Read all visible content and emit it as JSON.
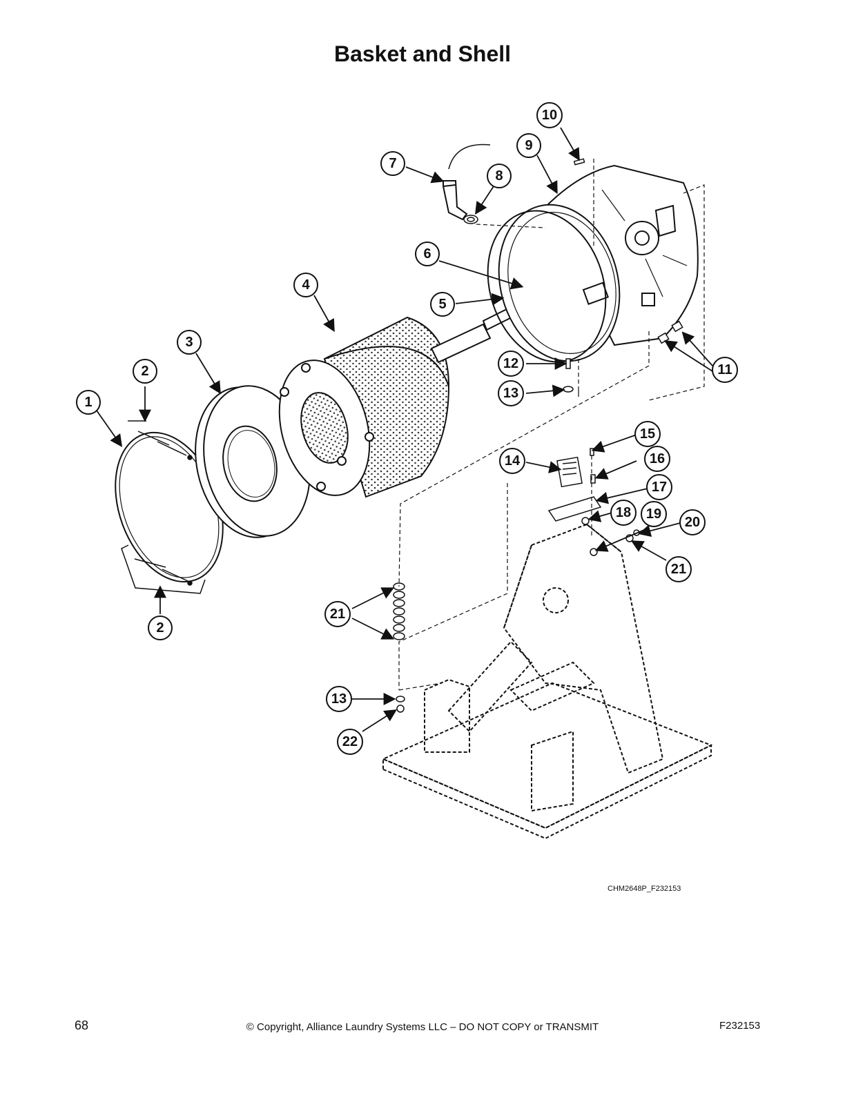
{
  "title": "Basket and Shell",
  "figure_id": "CHM2648P_F232153",
  "footer": {
    "page_number": "68",
    "copyright": "© Copyright, Alliance Laundry Systems LLC – DO NOT COPY or TRANSMIT",
    "form_number": "F232153"
  },
  "callouts": [
    {
      "label": "1",
      "part": "ring-clamp"
    },
    {
      "label": "2",
      "part": "clamp-hardware"
    },
    {
      "label": "2",
      "part": "clamp-hardware"
    },
    {
      "label": "3",
      "part": "front-cover"
    },
    {
      "label": "4",
      "part": "basket"
    },
    {
      "label": "5",
      "part": "shaft"
    },
    {
      "label": "6",
      "part": "bearing-sleeve"
    },
    {
      "label": "7",
      "part": "hose-fitting"
    },
    {
      "label": "8",
      "part": "hose-clamp"
    },
    {
      "label": "9",
      "part": "shell"
    },
    {
      "label": "10",
      "part": "screw"
    },
    {
      "label": "11",
      "part": "fittings"
    },
    {
      "label": "12",
      "part": "screw"
    },
    {
      "label": "13",
      "part": "washer"
    },
    {
      "label": "14",
      "part": "bracket"
    },
    {
      "label": "15",
      "part": "screw"
    },
    {
      "label": "16",
      "part": "screw"
    },
    {
      "label": "17",
      "part": "plate"
    },
    {
      "label": "18",
      "part": "nut"
    },
    {
      "label": "19",
      "part": "bolt"
    },
    {
      "label": "20",
      "part": "nut"
    },
    {
      "label": "21",
      "part": "washer"
    },
    {
      "label": "21",
      "part": "washers"
    },
    {
      "label": "13",
      "part": "washer"
    },
    {
      "label": "22",
      "part": "nut"
    }
  ]
}
